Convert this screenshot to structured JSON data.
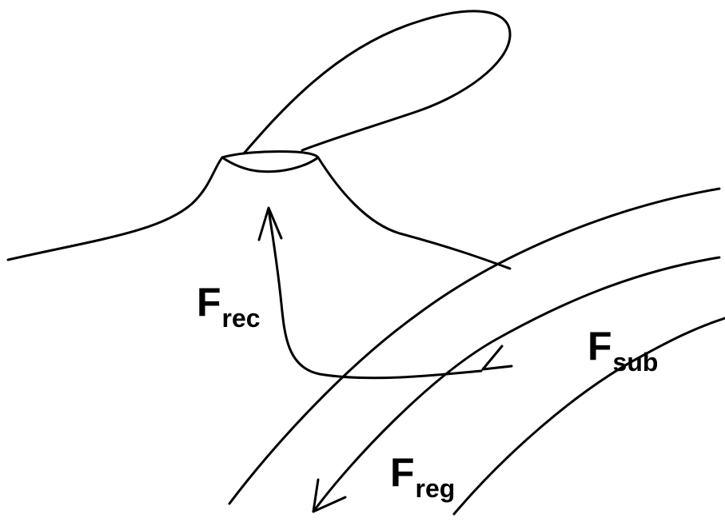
{
  "labels": {
    "rec": {
      "main": "F",
      "sub": "rec"
    },
    "sub": {
      "main": "F",
      "sub": "sub"
    },
    "reg": {
      "main": "F",
      "sub": "reg"
    }
  },
  "colors": {
    "ink": "#000000",
    "background": "#ffffff"
  }
}
